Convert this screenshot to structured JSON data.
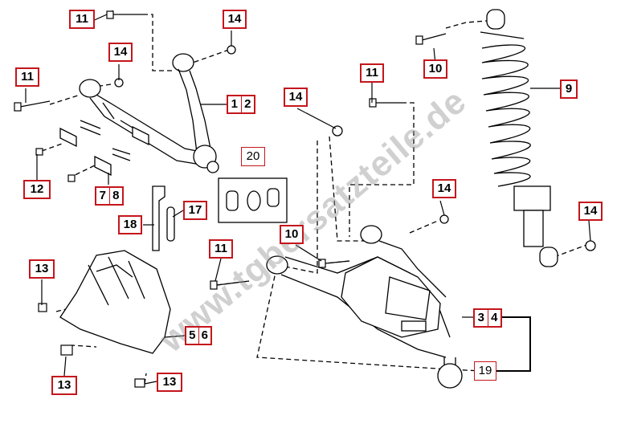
{
  "watermark": "www.tgbersatzteile.de",
  "labels": {
    "l11a": "11",
    "l14a": "14",
    "l11b": "11",
    "l14b": "14",
    "l12_a": "1",
    "l12_b": "2",
    "l12": "12",
    "l78_a": "7",
    "l78_b": "8",
    "l20": "20",
    "l18": "18",
    "l17": "17",
    "l13a": "13",
    "l13b": "13",
    "l13c": "13",
    "l56_a": "5",
    "l56_b": "6",
    "l11c": "11",
    "l10a": "10",
    "l14c": "14",
    "l11d": "11",
    "l10b": "10",
    "l9": "9",
    "l14d": "14",
    "l14e": "14",
    "l34_a": "3",
    "l34_b": "4",
    "l19": "19"
  },
  "colors": {
    "label_border": "#c4161c",
    "line": "#000000",
    "watermark": "#969696"
  }
}
